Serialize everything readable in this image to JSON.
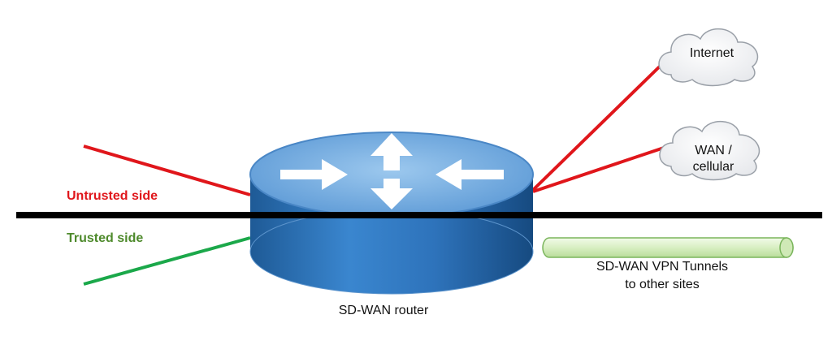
{
  "labels": {
    "untrusted": "Untrusted side",
    "trusted": "Trusted side",
    "router": "SD-WAN router",
    "tunnel_line1": "SD-WAN VPN Tunnels",
    "tunnel_line2": "to other sites"
  },
  "clouds": {
    "internet": "Internet",
    "wan_line1": "WAN /",
    "wan_line2": "cellular"
  },
  "colors": {
    "untrusted": "#e0161b",
    "trusted": "#4e8a2c",
    "router_top": "#5b9bd5",
    "router_side": "#2f6fb0",
    "tunnel": "#d9f0c8"
  }
}
